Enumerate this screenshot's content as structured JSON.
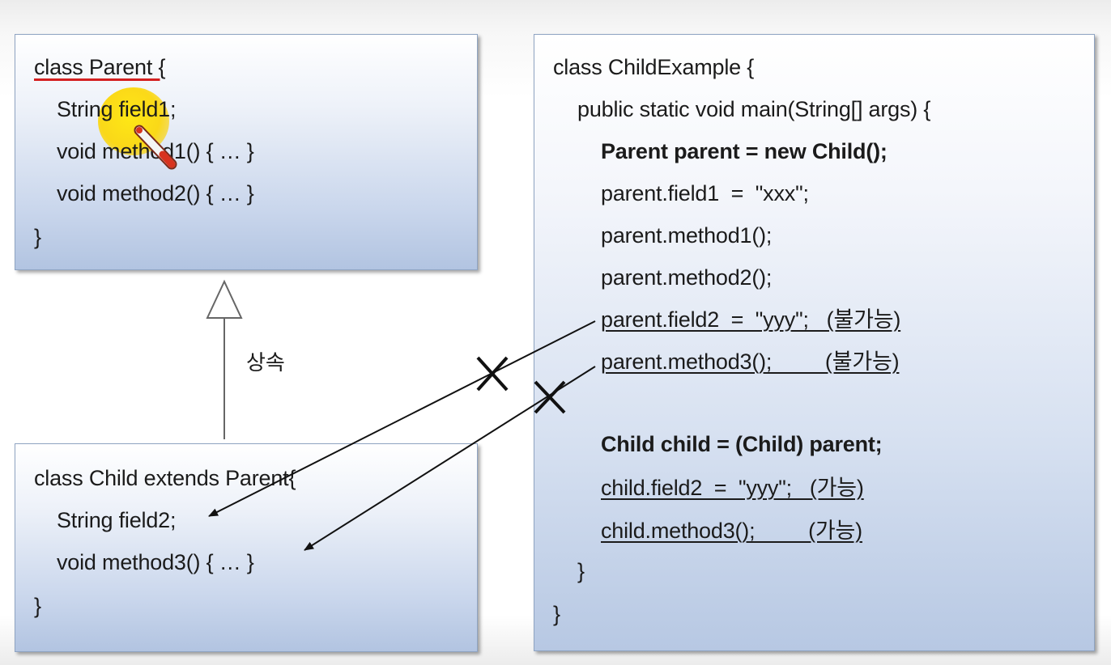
{
  "parent_class": {
    "lines": [
      "class Parent {",
      "String field1;",
      "void method1() { … }",
      "void method2() { … }",
      "}"
    ]
  },
  "child_class": {
    "lines": [
      "class Child extends Parent{",
      "String field2;",
      "void method3() { … }",
      "}"
    ]
  },
  "inheritance": {
    "label": "상속"
  },
  "child_example": {
    "lines": [
      "class ChildExample {",
      "public static void main(String[] args) {",
      "Parent parent = new Child();",
      "parent.field1  =  \"xxx\";",
      "parent.method1();",
      "parent.method2();",
      "parent.field2  =  \"yyy\";   (불가능)",
      "parent.method3();         (불가능)",
      "Child child = (Child) parent;",
      "child.field2  =  \"yyy\";   (가능)",
      "child.method3();         (가능)",
      "}",
      "}"
    ]
  },
  "colors": {
    "box_border": "#8fa4c2",
    "highlight": "#fce000",
    "underline_red": "#d42020"
  },
  "icons": [
    "pencil-cursor-icon",
    "cross-mark-icon"
  ]
}
